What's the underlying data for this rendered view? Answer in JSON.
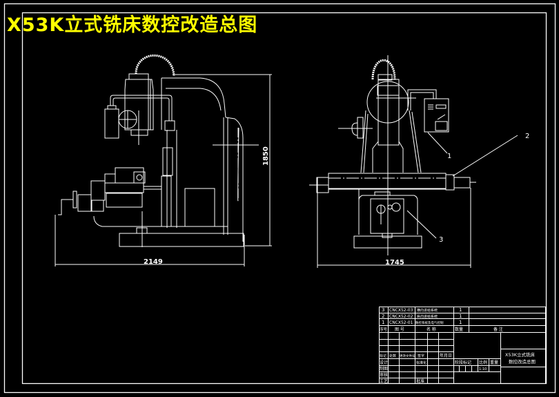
{
  "drawing": {
    "title": "X53K立式铣床数控改造总图",
    "colors": {
      "background": "#000000",
      "lines": "#ffffff",
      "title": "#ffff00"
    }
  },
  "side_view": {
    "dimension_width": "2149",
    "dimension_height": "1850"
  },
  "front_view": {
    "dimension_width": "1745",
    "callouts": [
      "1",
      "2",
      "3"
    ]
  },
  "parts_list": {
    "rows": [
      {
        "no": "3",
        "code": "CNCX52-03",
        "name": "横向进给系统",
        "qty": "1"
      },
      {
        "no": "2",
        "code": "CNCX52-02",
        "name": "纵向进给系统",
        "qty": "1"
      },
      {
        "no": "1",
        "code": "CNCX52-01",
        "name": "数控系统及电气控制",
        "qty": "1"
      }
    ],
    "header": {
      "no": "序号",
      "code": "图 号",
      "name": "名 称",
      "qty": "数量",
      "remark": "备 注"
    }
  },
  "title_block": {
    "revision_row": [
      "标记",
      "处数",
      "更改文件号",
      "签字",
      "年月日"
    ],
    "roles": [
      "设计",
      "制图",
      "审核",
      "工艺"
    ],
    "std": "标准化",
    "approve": "批准",
    "stage_label": "阶段标记",
    "scale_label": "比例",
    "weight_label": "重量",
    "scale_value": "1:10",
    "drawing_name_line1": "X53K立式铣床",
    "drawing_name_line2": "数控改造总图"
  }
}
